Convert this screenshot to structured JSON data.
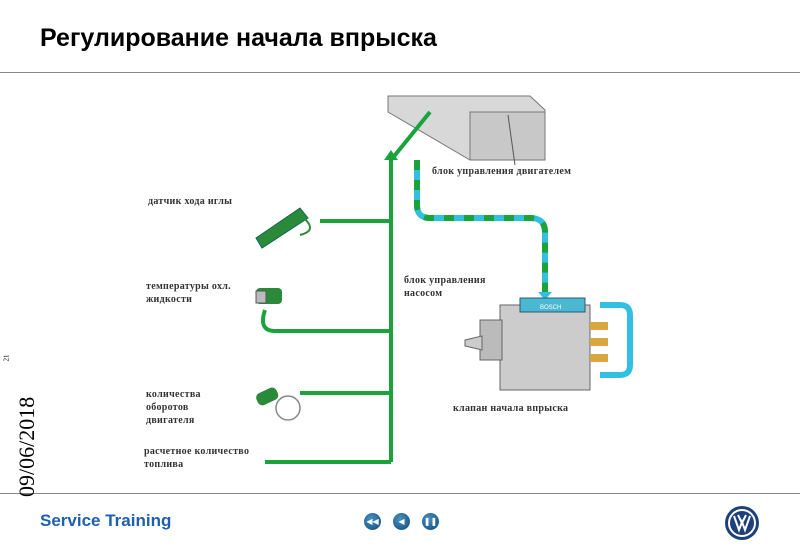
{
  "title": "Регулирование начала впрыска",
  "labels": {
    "ecu": "блок управления двигателем",
    "needle": "датчик хода иглы",
    "coolant": "температуры охл. жидкости",
    "rpm": "количества оборотов двигателя",
    "fuel": "расчетное количество топлива",
    "pump_ecu": "блок управления насосом",
    "valve": "клапан начала впрыска",
    "bosch": "BOSCH"
  },
  "footer": {
    "brand": "Service Training",
    "date": "09/06/2018",
    "page": "21",
    "logo": "VW"
  },
  "nav": [
    {
      "icon": "first-icon"
    },
    {
      "icon": "back-icon"
    },
    {
      "icon": "pause-icon"
    }
  ],
  "colors": {
    "signal": "#1aa33a",
    "bus": "#33c0e0",
    "brand": "#1f5fb0"
  }
}
